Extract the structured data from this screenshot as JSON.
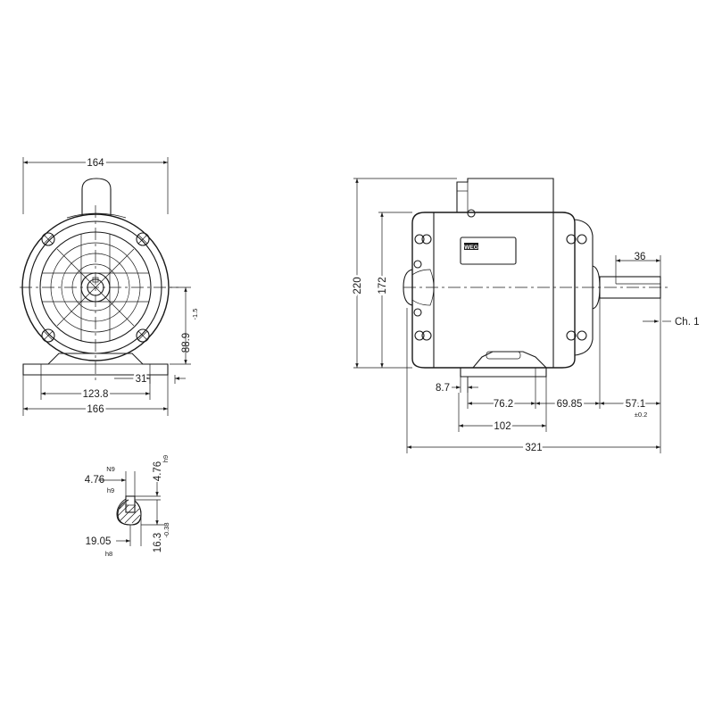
{
  "dimensions": {
    "front_width_top": "164",
    "front_width_bottom": "166",
    "front_foot_span": "123.8",
    "front_foot_offset": "31",
    "shaft_height": "88.9",
    "shaft_height_tol": "-1.5",
    "side_height_total": "220",
    "side_height_frame": "172",
    "shaft_key_length": "36",
    "chamfer": "Ch. 1",
    "foot_hole": "8.7",
    "foot_hole_span": "76.2",
    "foot_length": "102",
    "foot_to_shoulder": "69.85",
    "shaft_extension": "57.1",
    "shaft_extension_tol": "±0.2",
    "overall_length": "321"
  },
  "key_detail": {
    "key_width_left": "4.76",
    "key_width_left_tol_top": "N9",
    "key_width_left_tol_bottom": "h9",
    "key_width_right": "4.76",
    "key_width_right_tol": "h9",
    "shaft_diameter": "19.05",
    "shaft_diameter_tol": "h8",
    "key_depth": "16.3",
    "key_depth_tol": "-0.38"
  },
  "nameplate_logo": "WEG"
}
